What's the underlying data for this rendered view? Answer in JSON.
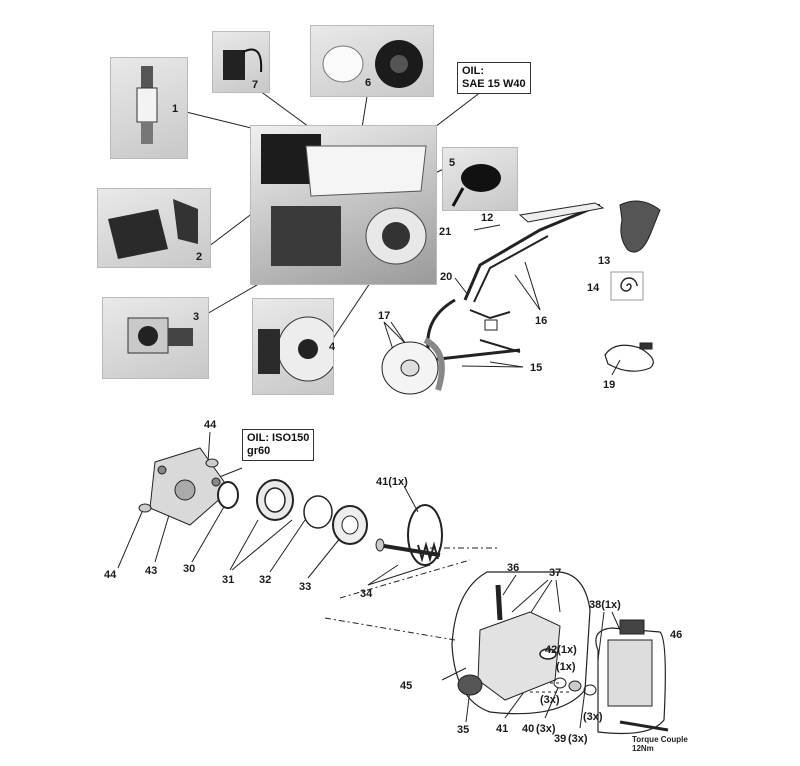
{
  "labels": {
    "l1": "1",
    "l2": "2",
    "l3": "3",
    "l4": "4",
    "l5": "5",
    "l6": "6",
    "l7": "7",
    "l12": "12",
    "l13": "13",
    "l14": "14",
    "l15": "15",
    "l16": "16",
    "l17": "17",
    "l19": "19",
    "l20": "20",
    "l21": "21",
    "l30": "30",
    "l31": "31",
    "l32": "32",
    "l33": "33",
    "l34": "34",
    "l35": "35",
    "l36": "36",
    "l37": "37",
    "l38": "38(1x)",
    "l39": "39",
    "l39q": "(3x)",
    "l40": "40",
    "l40q": "(3x)",
    "l41": "41",
    "l41a": "41(1x)",
    "l42": "42(1x)",
    "l43": "43",
    "l44a": "44",
    "l44b": "44",
    "l45": "45",
    "l46": "46",
    "q1x": "(1x)",
    "q3x_a": "(3x)",
    "q3x_b": "(3x)"
  },
  "notes": {
    "engine_oil": [
      "OIL:",
      "SAE 15 W40"
    ],
    "pump_oil": [
      "OIL: ISO150",
      "gr60"
    ],
    "torque": [
      "Torque Couple",
      "12Nm"
    ]
  }
}
